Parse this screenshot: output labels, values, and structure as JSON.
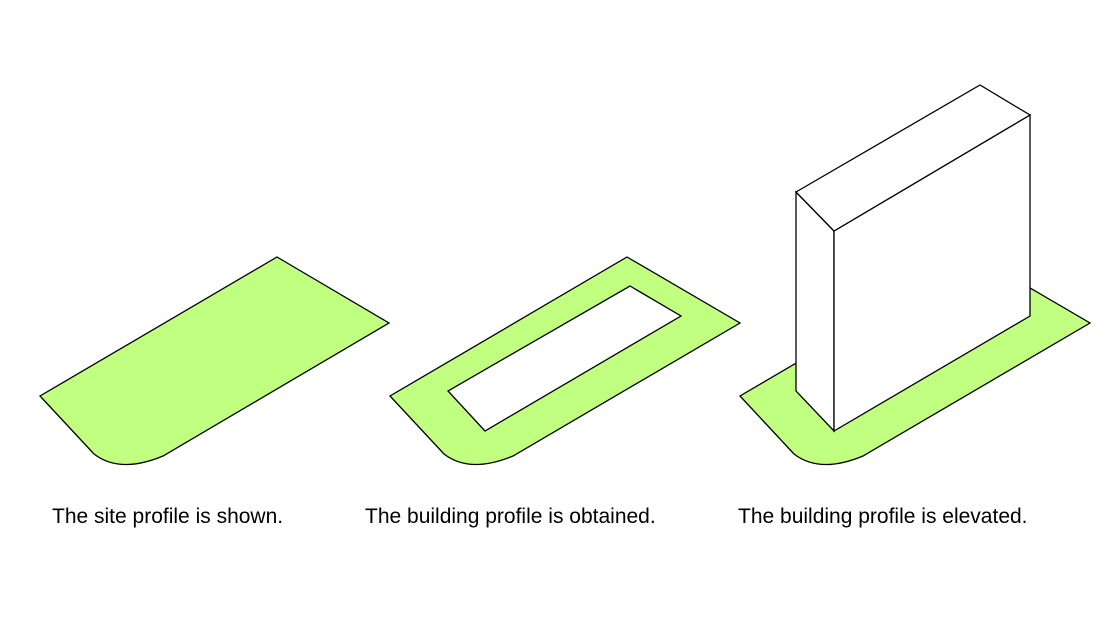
{
  "steps": [
    {
      "caption": "The site profile is shown."
    },
    {
      "caption": "The building profile is obtained."
    },
    {
      "caption": "The building profile is elevated."
    }
  ],
  "colors": {
    "site": "#c0ff80",
    "outline": "#000000",
    "background": "#ffffff"
  }
}
